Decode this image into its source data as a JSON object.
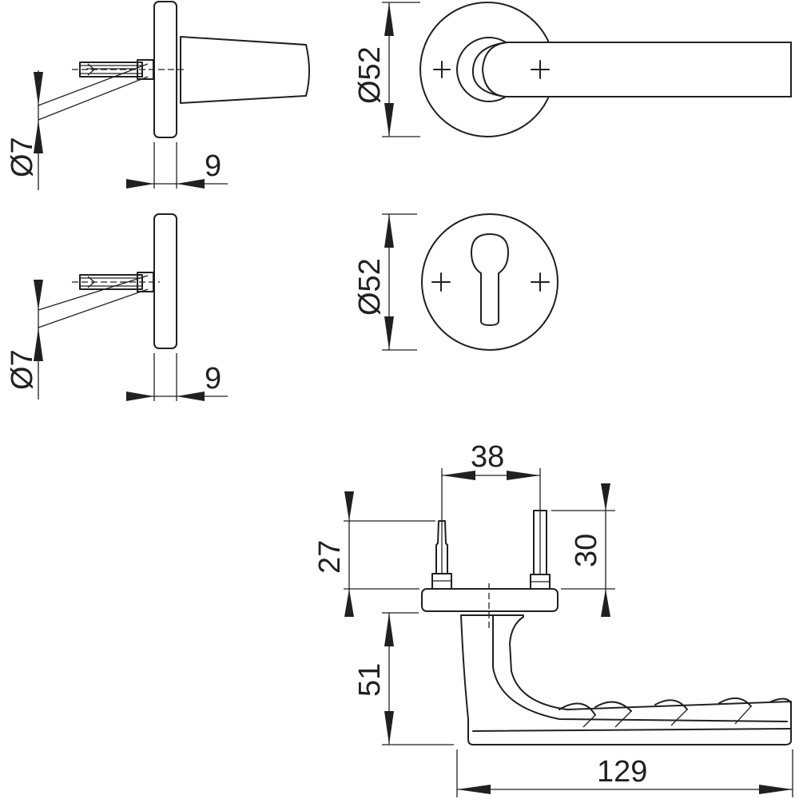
{
  "diagram": {
    "dims": {
      "side_rose_dia": "Ø7",
      "side_rose_thick": "9",
      "side_esc_dia": "Ø7",
      "side_esc_thick": "9",
      "rose_dia": "Ø52",
      "esc_dia": "Ø52",
      "spindle_spacing": "38",
      "left_spindle_len": "27",
      "right_spindle_len": "30",
      "lever_drop": "51",
      "lever_length": "129"
    }
  }
}
